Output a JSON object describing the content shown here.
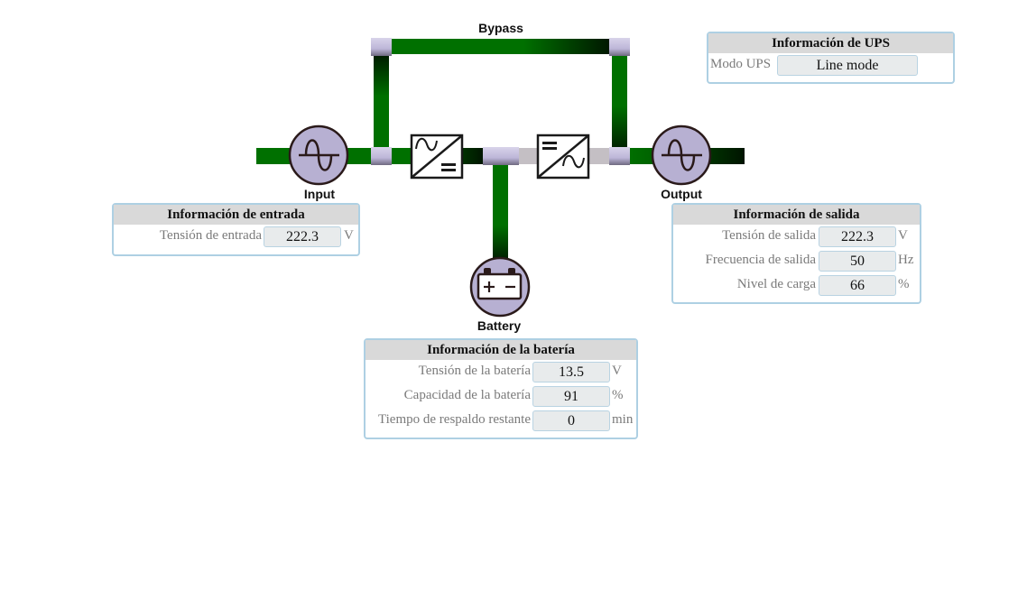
{
  "diagram": {
    "bypass_label": "Bypass",
    "input_label": "Input",
    "output_label": "Output",
    "battery_label": "Battery",
    "colors": {
      "active_line": "#007000",
      "inactive_line": "#c4bfc4",
      "node_fill": "#b7b0d2",
      "connector_fill": "#c2bcdc"
    }
  },
  "ups_info": {
    "title": "Información de UPS",
    "mode_label": "Modo UPS",
    "mode_value": "Line mode"
  },
  "input_info": {
    "title": "Información de entrada",
    "rows": [
      {
        "label": "Tensión de entrada",
        "value": "222.3",
        "unit": "V"
      }
    ]
  },
  "output_info": {
    "title": "Información de salida",
    "rows": [
      {
        "label": "Tensión de salida",
        "value": "222.3",
        "unit": "V"
      },
      {
        "label": "Frecuencia de salida",
        "value": "50",
        "unit": "Hz"
      },
      {
        "label": "Nivel de carga",
        "value": "66",
        "unit": "%"
      }
    ]
  },
  "battery_info": {
    "title": "Información de la batería",
    "rows": [
      {
        "label": "Tensión de la batería",
        "value": "13.5",
        "unit": "V"
      },
      {
        "label": "Capacidad de la batería",
        "value": "91",
        "unit": "%"
      },
      {
        "label": "Tiempo de respaldo restante",
        "value": "0",
        "unit": "min"
      }
    ]
  }
}
